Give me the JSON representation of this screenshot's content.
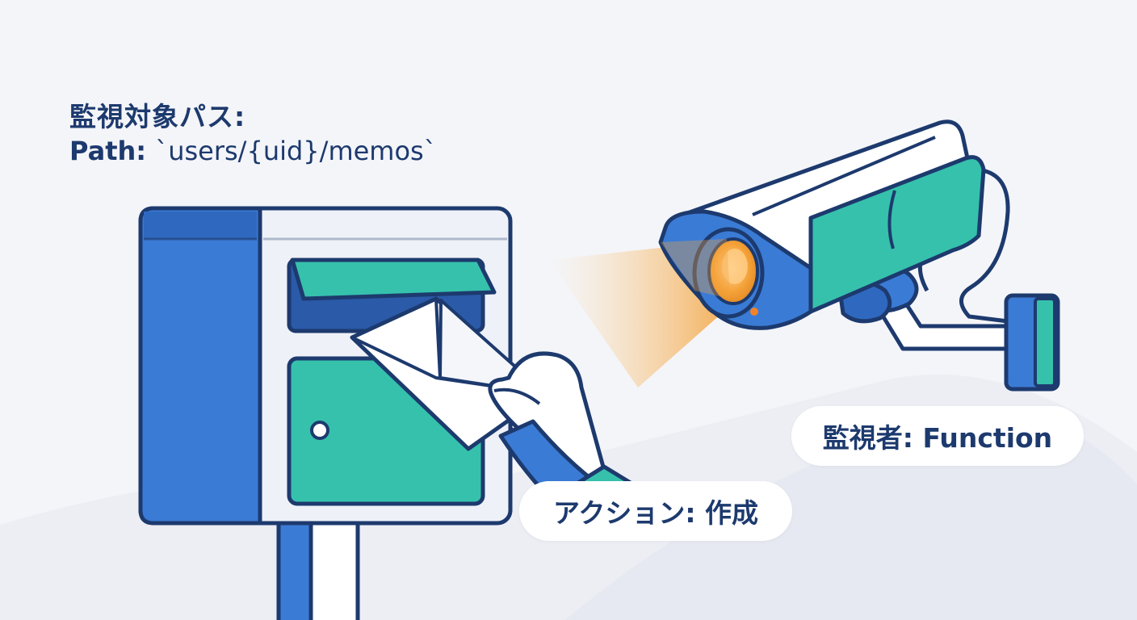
{
  "heading": {
    "line1": "監視対象パス:",
    "line2_prefix": "Path: ",
    "line2_path": "`users/{uid}/memos`"
  },
  "labels": {
    "action": "アクション: 作成",
    "watcher": "監視者: Function"
  },
  "illustration": {
    "objects": [
      "mailbox",
      "envelope",
      "hand",
      "security-camera",
      "camera-light-beam"
    ]
  },
  "colors": {
    "background": "#f4f5f9",
    "navy": "#1d3a6e",
    "blue": "#3a7bd5",
    "teal": "#36c1ac",
    "orange": "#f5a33a",
    "white": "#ffffff"
  }
}
